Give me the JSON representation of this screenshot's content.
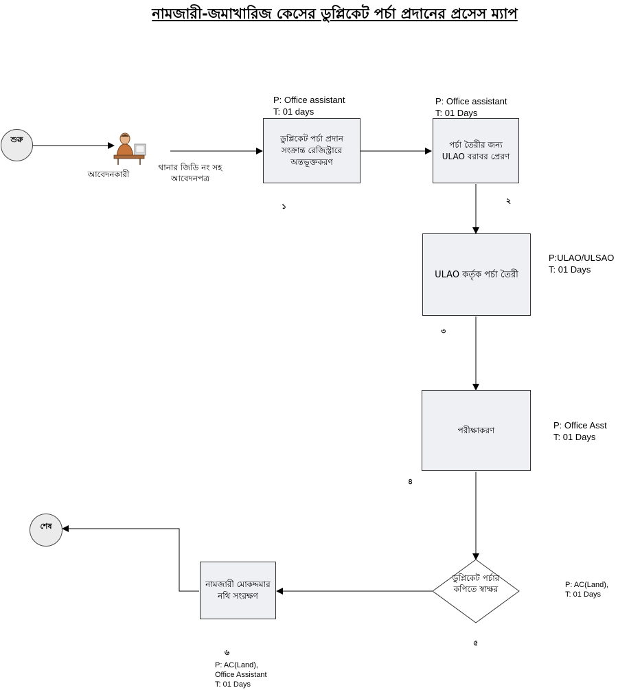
{
  "title": "নামজারী-জমাখারিজ কেসের ডুপ্লিকেট পর্চা প্রদানের প্রসেস ম্যাপ",
  "start_label": "শুরু",
  "end_label": "শেষ",
  "applicant_label": "আবেদনকারী",
  "application_label": "থানার জিডি নং সহ\nআবেদনপত্র",
  "steps": [
    {
      "number": "১",
      "text": "ডুপ্লিকেট পর্চা প্রদান\nসংক্রান্ত রেজিস্ট্রারে\nঅন্তভূক্তকরণ",
      "pt": "P:  Office assistant\nT: 01 days"
    },
    {
      "number": "২",
      "text": "পর্চা তৈরীর জন্য\nULAO বরাবর প্রেরণ",
      "pt": "P: Office assistant\nT: 01 Days"
    },
    {
      "number": "৩",
      "text": "ULAO কর্তৃক পর্চা তৈরী",
      "pt": "P:ULAO/ULSAO\nT:  01 Days"
    },
    {
      "number": "৪",
      "text": "পরীক্ষাকরণ",
      "pt": "P: Office Asst\nT:  01 Days"
    },
    {
      "number": "৫",
      "text": "ডুপ্লিকেট পর্চার\nকপিতে স্বাক্ষর",
      "pt": "P:  AC(Land),\nT:  01 Days"
    },
    {
      "number": "৬",
      "text": "নামজারী মোকদ্দমার\nনথি সংরক্ষণ",
      "pt": "P:  AC(Land),\n   Office Assistant\nT:  01 Days"
    }
  ]
}
